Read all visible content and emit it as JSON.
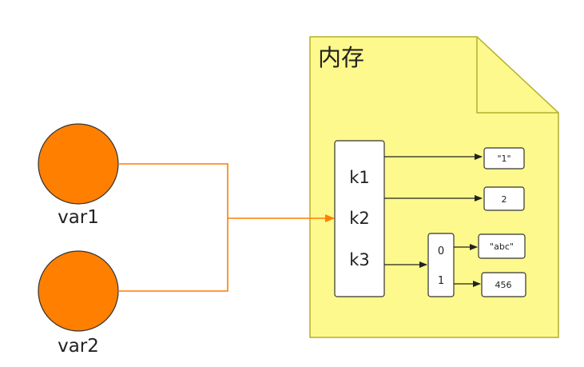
{
  "memory": {
    "title": "内存"
  },
  "variables": [
    {
      "name": "var1"
    },
    {
      "name": "var2"
    }
  ],
  "object": {
    "keys": [
      "k1",
      "k2",
      "k3"
    ]
  },
  "values": {
    "k1": "\"1\"",
    "k2": "2"
  },
  "array": {
    "indices": [
      "0",
      "1"
    ],
    "values": [
      "\"abc\"",
      "456"
    ]
  },
  "colors": {
    "memory_fill": "#fdf98c",
    "memory_border": "#b7ae2b",
    "var_fill": "#ff7f00",
    "ref_line": "#ff7f00",
    "arrow": "#222222"
  }
}
